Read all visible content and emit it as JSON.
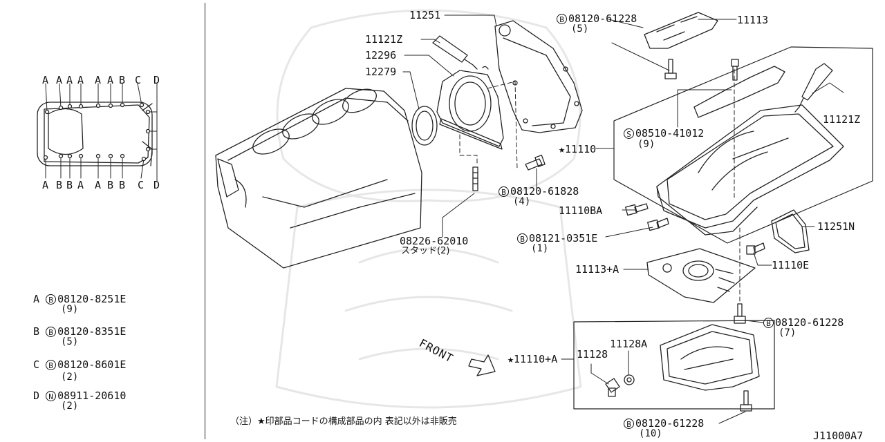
{
  "diagram_ref": "J11000A7",
  "note": "（注）★印部品コードの構成部品の内 表記以外は非販売",
  "front_label": "FRONT",
  "bolt_map": {
    "top_letters": [
      "A",
      "A",
      "A",
      "A",
      "A",
      "A",
      "B",
      "C",
      "D"
    ],
    "bottom_letters": [
      "A",
      "B",
      "B",
      "A",
      "A",
      "B",
      "B",
      "C",
      "D"
    ]
  },
  "legend": [
    {
      "letter": "A",
      "symbol": "B",
      "part": "08120-8251E",
      "qty": "(9)"
    },
    {
      "letter": "B",
      "symbol": "B",
      "part": "08120-8351E",
      "qty": "(5)"
    },
    {
      "letter": "C",
      "symbol": "B",
      "part": "08120-8601E",
      "qty": "(2)"
    },
    {
      "letter": "D",
      "symbol": "N",
      "part": "08911-20610",
      "qty": "(2)"
    }
  ],
  "callouts": {
    "p11251": "11251",
    "p11121z_a": "11121Z",
    "p12296": "12296",
    "p12279": "12279",
    "p08120_61228_top": {
      "symbol": "B",
      "part": "08120-61228",
      "qty": "(5)"
    },
    "p11113": "11113",
    "p11121z_b": "11121Z",
    "p08510": {
      "symbol": "S",
      "part": "08510-41012",
      "qty": "(9)"
    },
    "p11110": "★11110",
    "p08120_61828": {
      "symbol": "B",
      "part": "08120-61828",
      "qty": "(4)"
    },
    "p11110ba": "11110BA",
    "p08121": {
      "symbol": "B",
      "part": "08121-0351E",
      "qty": "(1)"
    },
    "p11251n": "11251N",
    "p11110e": "11110E",
    "p11113a": "11113+A",
    "p08226": {
      "part": "08226-62010",
      "sub": "スタッド(2)"
    },
    "p08120_61228_mid": {
      "symbol": "B",
      "part": "08120-61228",
      "qty": "(7)"
    },
    "p11110a": "★11110+A",
    "p11128": "11128",
    "p11128a": "11128A",
    "p08120_61228_bot": {
      "symbol": "B",
      "part": "08120-61228",
      "qty": "(10)"
    }
  }
}
